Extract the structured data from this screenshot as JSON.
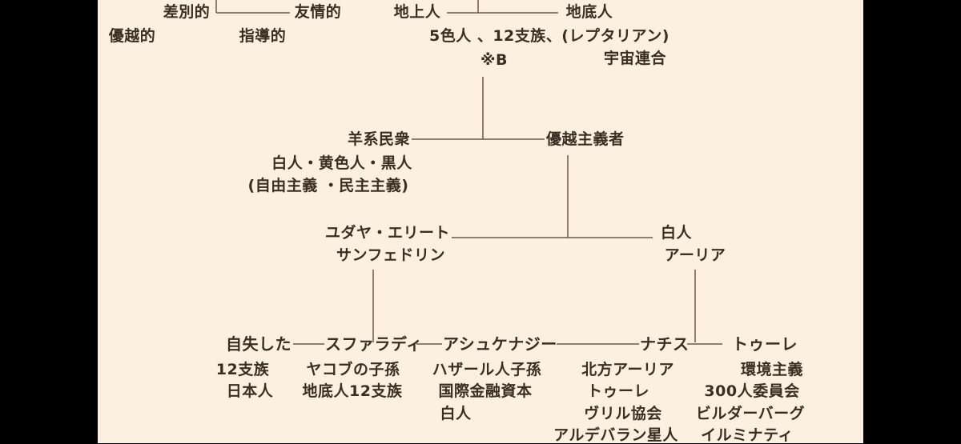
{
  "colors": {
    "background": "#000000",
    "panel": "#fcf1e1",
    "text": "#3a2e22",
    "line": "#6b5a48"
  },
  "top_left": {
    "discriminatory": "差別的",
    "friendly": "友情的",
    "superior": "優越的",
    "guiding": "指導的"
  },
  "top_center": {
    "surface_humans": "地上人",
    "underground_humans": "地底人",
    "races": "5色人 、12支族、(レプタリアン)",
    "universe_union": "宇宙連合",
    "mark_b": "※B"
  },
  "level2": {
    "sheep_people": "羊系民衆",
    "sheep_people_detail": "白人・黄色人・黒人",
    "sheep_people_ideology": "(自由主義 ・民主主義)",
    "supremacists": "優越主義者"
  },
  "level3": {
    "jewish_elite": "ユダヤ・エリート",
    "sanhedrin": "サンフェドリン",
    "white": "白人",
    "aryan": "アーリア"
  },
  "level4": {
    "lost": "自失した",
    "sephardi": "スファラディ",
    "ashkenazi": "アシュケナジー",
    "nazis": "ナチス",
    "thule": "トゥーレ",
    "twelve_tribes": "12支族",
    "japanese": "日本人",
    "jacob_descendants": "ヤコブの子孫",
    "underground_12": "地底人12支族",
    "khazar_descendants": "ハザール人子孫",
    "international_finance": "国際金融資本",
    "white": "白人",
    "north_aryan": "北方アーリア",
    "thule2": "トゥーレ",
    "vril": "ヴリル協会",
    "aldebaran": "アルデバラン星人",
    "environmentalism": "環境主義",
    "committee_300": "300人委員会",
    "bilderberg": "ビルダーバーグ",
    "illuminati": "イルミナティ"
  }
}
